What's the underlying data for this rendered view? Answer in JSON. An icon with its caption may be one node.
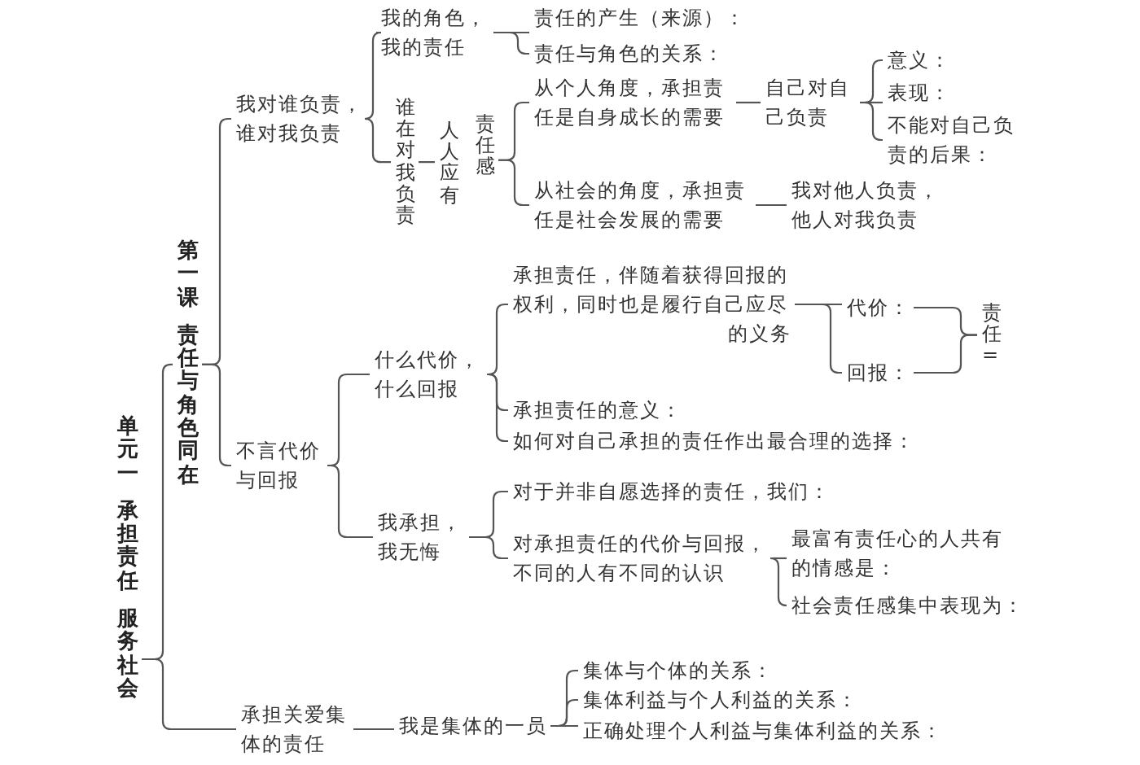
{
  "diagram": {
    "nodes": [
      {
        "text": [
          "单元一",
          "承担责任",
          "服务社会"
        ]
      },
      {
        "text": [
          "第一课",
          "责任与角色同在"
        ]
      },
      {
        "text": [
          "我对谁负责，谁对我负责"
        ]
      },
      {
        "text": [
          "我的角色，我的责任"
        ]
      },
      {
        "text": [
          "责任的产生（来源）："
        ]
      },
      {
        "text": [
          "责任与角色的关系："
        ]
      },
      {
        "text": [
          "谁在对我负责"
        ]
      },
      {
        "text": [
          "人人应有",
          "责任感"
        ]
      },
      {
        "text": [
          "从个人角度，承担责任是自身成长的需要"
        ]
      },
      {
        "text": [
          "自己对自己负责"
        ]
      },
      {
        "text": [
          "意义："
        ]
      },
      {
        "text": [
          "表现："
        ]
      },
      {
        "text": [
          "不能对自己负责的后果："
        ]
      },
      {
        "text": [
          "从社会的角度，承担责任是社会发展的需要"
        ]
      },
      {
        "text": [
          "我对他人负责，他人对我负责"
        ]
      },
      {
        "text": [
          "不言代价与回报"
        ]
      },
      {
        "text": [
          "什么代价，什么回报"
        ]
      },
      {
        "text": [
          "承担责任，伴随着获得回报的权利，同时也是履行自己应尽的义务"
        ]
      },
      {
        "text": [
          "代价："
        ]
      },
      {
        "text": [
          "回报："
        ]
      },
      {
        "text": [
          "责任="
        ]
      },
      {
        "text": [
          "承担责任的意义："
        ]
      },
      {
        "text": [
          "如何对自己承担的责任作出最合理的选择："
        ]
      },
      {
        "text": [
          "我承担，我无悔"
        ]
      },
      {
        "text": [
          "对于并非自愿选择的责任，我们："
        ]
      },
      {
        "text": [
          "对承担责任的代价与回报，不同的人有不同的认识"
        ]
      },
      {
        "text": [
          "最富有责任心的人共有的情感是："
        ]
      },
      {
        "text": [
          "社会责任感集中表现为："
        ]
      },
      {
        "text": [
          "承担关爱集体的责任"
        ]
      },
      {
        "text": [
          "我是集体的一员"
        ]
      },
      {
        "text": [
          "集体与个体的关系："
        ]
      },
      {
        "text": [
          "集体利益与个人利益的关系："
        ]
      },
      {
        "text": [
          "正确处理个人利益与集体利益的关系："
        ]
      }
    ],
    "edges": [
      {
        "from": 0,
        "to": 1,
        "arrow": "none"
      },
      {
        "from": 0,
        "to": 28,
        "arrow": "none"
      },
      {
        "from": 1,
        "to": 2,
        "arrow": "none"
      },
      {
        "from": 1,
        "to": 15,
        "arrow": "none"
      },
      {
        "from": 2,
        "to": 3,
        "arrow": "none"
      },
      {
        "from": 2,
        "to": 6,
        "arrow": "none"
      },
      {
        "from": 3,
        "to": 4,
        "arrow": "none"
      },
      {
        "from": 3,
        "to": 5,
        "arrow": "none"
      },
      {
        "from": 6,
        "to": 7,
        "arrow": "none"
      },
      {
        "from": 7,
        "to": 8,
        "arrow": "none"
      },
      {
        "from": 7,
        "to": 13,
        "arrow": "none"
      },
      {
        "from": 8,
        "to": 9,
        "arrow": "none"
      },
      {
        "from": 9,
        "to": 10,
        "arrow": "none"
      },
      {
        "from": 9,
        "to": 11,
        "arrow": "none"
      },
      {
        "from": 9,
        "to": 12,
        "arrow": "none"
      },
      {
        "from": 13,
        "to": 14,
        "arrow": "none"
      },
      {
        "from": 15,
        "to": 16,
        "arrow": "none"
      },
      {
        "from": 15,
        "to": 23,
        "arrow": "none"
      },
      {
        "from": 16,
        "to": 17,
        "arrow": "none"
      },
      {
        "from": 16,
        "to": 21,
        "arrow": "none"
      },
      {
        "from": 16,
        "to": 22,
        "arrow": "none"
      },
      {
        "from": 17,
        "to": 18,
        "arrow": "none"
      },
      {
        "from": 17,
        "to": 19,
        "arrow": "none"
      },
      {
        "from": 18,
        "to": 20,
        "arrow": "none"
      },
      {
        "from": 19,
        "to": 20,
        "arrow": "none"
      },
      {
        "from": 23,
        "to": 24,
        "arrow": "none"
      },
      {
        "from": 23,
        "to": 25,
        "arrow": "none"
      },
      {
        "from": 25,
        "to": 26,
        "arrow": "none"
      },
      {
        "from": 25,
        "to": 27,
        "arrow": "none"
      },
      {
        "from": 28,
        "to": 29,
        "arrow": "none"
      },
      {
        "from": 29,
        "to": 30,
        "arrow": "none"
      },
      {
        "from": 29,
        "to": 31,
        "arrow": "none"
      },
      {
        "from": 29,
        "to": 32,
        "arrow": "none"
      }
    ]
  }
}
